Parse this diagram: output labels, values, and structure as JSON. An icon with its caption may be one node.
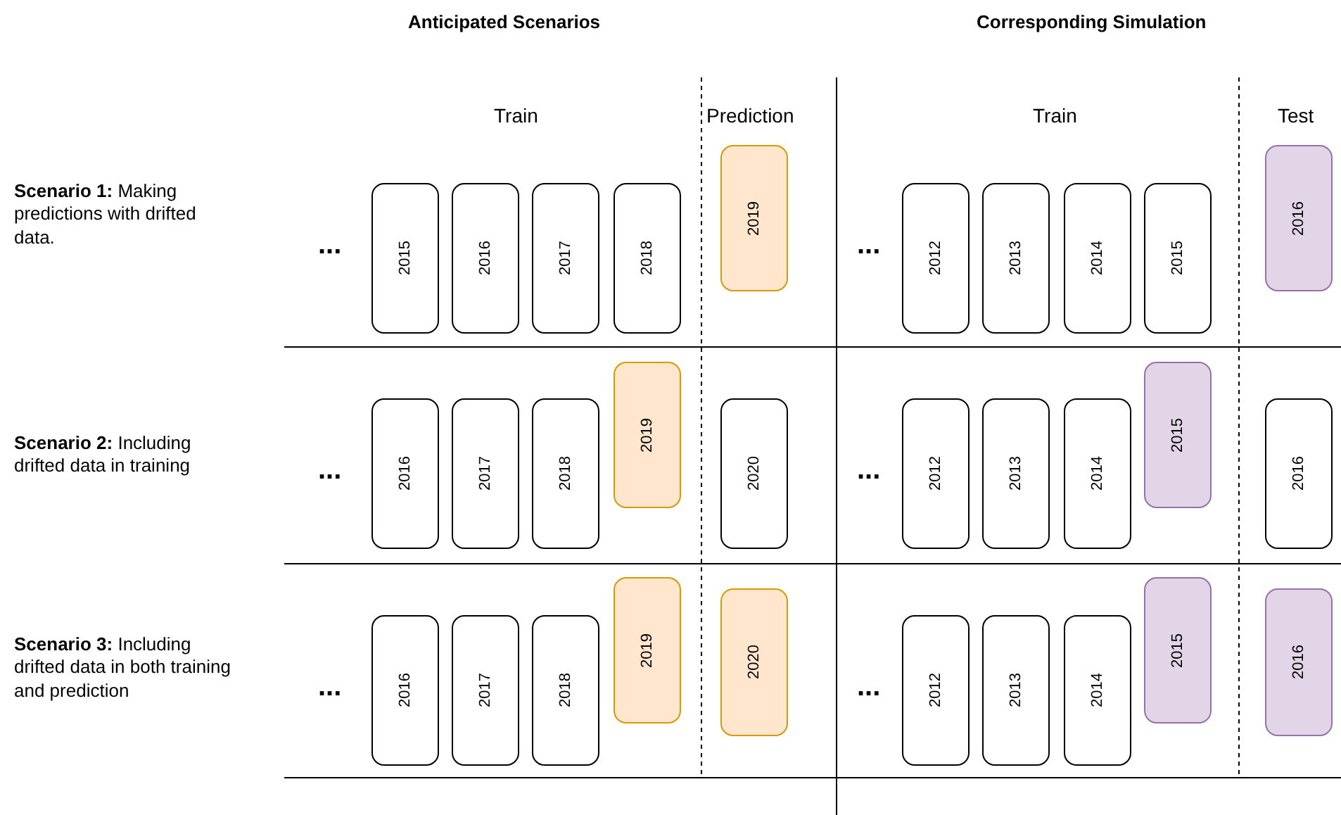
{
  "diagram": {
    "nodes": [
      {
        "text": [
          "2015"
        ]
      },
      {
        "text": [
          "2016"
        ]
      },
      {
        "text": [
          "2017"
        ]
      },
      {
        "text": [
          "2018"
        ]
      },
      {
        "text": [
          "2019"
        ]
      },
      {
        "text": [
          "2012"
        ]
      },
      {
        "text": [
          "2013"
        ]
      },
      {
        "text": [
          "2014"
        ]
      },
      {
        "text": [
          "2015"
        ]
      },
      {
        "text": [
          "2016"
        ]
      },
      {
        "text": [
          "2016"
        ]
      },
      {
        "text": [
          "2017"
        ]
      },
      {
        "text": [
          "2018"
        ]
      },
      {
        "text": [
          "2019"
        ]
      },
      {
        "text": [
          "2020"
        ]
      },
      {
        "text": [
          "2012"
        ]
      },
      {
        "text": [
          "2013"
        ]
      },
      {
        "text": [
          "2014"
        ]
      },
      {
        "text": [
          "2015"
        ]
      },
      {
        "text": [
          "2016"
        ]
      },
      {
        "text": [
          "2016"
        ]
      },
      {
        "text": [
          "2017"
        ]
      },
      {
        "text": [
          "2018"
        ]
      },
      {
        "text": [
          "2019"
        ]
      },
      {
        "text": [
          "2020"
        ]
      },
      {
        "text": [
          "2012"
        ]
      },
      {
        "text": [
          "2013"
        ]
      },
      {
        "text": [
          "2014"
        ]
      },
      {
        "text": [
          "2015"
        ]
      },
      {
        "text": [
          "2016"
        ]
      }
    ],
    "labels": [
      "Anticipated Scenarios",
      "Corresponding Simulation",
      "Train",
      "Prediction",
      "Train",
      "Test",
      "**Scenario 1:** Making predictions with drifted data.",
      "...",
      "...",
      "**Scenario 2:** Including drifted data in training",
      "...",
      "...",
      "**Scenario 3:** Including drifted data in both training and prediction",
      "...",
      "..."
    ]
  }
}
